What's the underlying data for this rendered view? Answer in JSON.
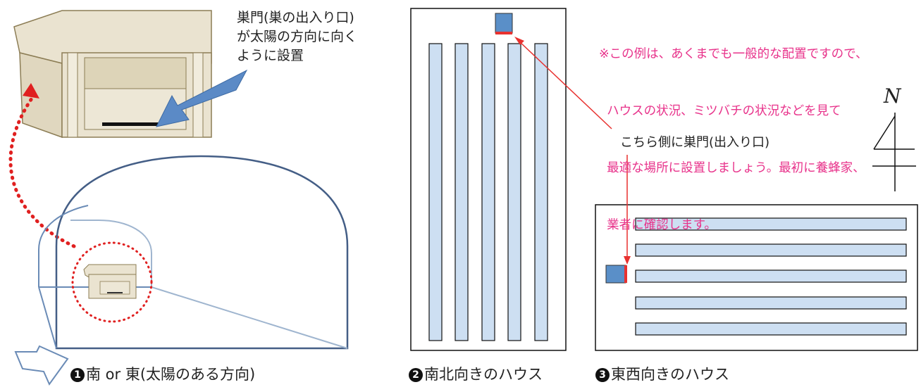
{
  "hive_caption": {
    "line1": "巣門(巣の出入り口)",
    "line2": "が太陽の方向に向く",
    "line3": "ように設置"
  },
  "note": {
    "line1": "※この例は、あくまでも一般的な配置ですので、",
    "line2": "  ハウスの状況、ミツバチの状況などを見て",
    "line3": "  最適な場所に設置しましょう。最初に養蜂家、",
    "line4": "  業者に確認します。"
  },
  "entrance_label": "こちら側に巣門(出入り口)",
  "compass_label": "N",
  "captions": {
    "c1_num": "1",
    "c1_text": "南 or 東(太陽のある方向)",
    "c2_num": "2",
    "c2_text": "南北向きのハウス",
    "c3_num": "3",
    "c3_text": "東西向きのハウス"
  },
  "colors": {
    "box_fill": "#eae3d0",
    "box_stroke": "#8c7d55",
    "arrow_fill": "#5b8ac6",
    "row_fill": "#cddff2",
    "hive_fill": "#5a8fc8",
    "entrance_red": "#e8312f",
    "note_pink": "#e8338b",
    "house_stroke": "#445e86"
  }
}
